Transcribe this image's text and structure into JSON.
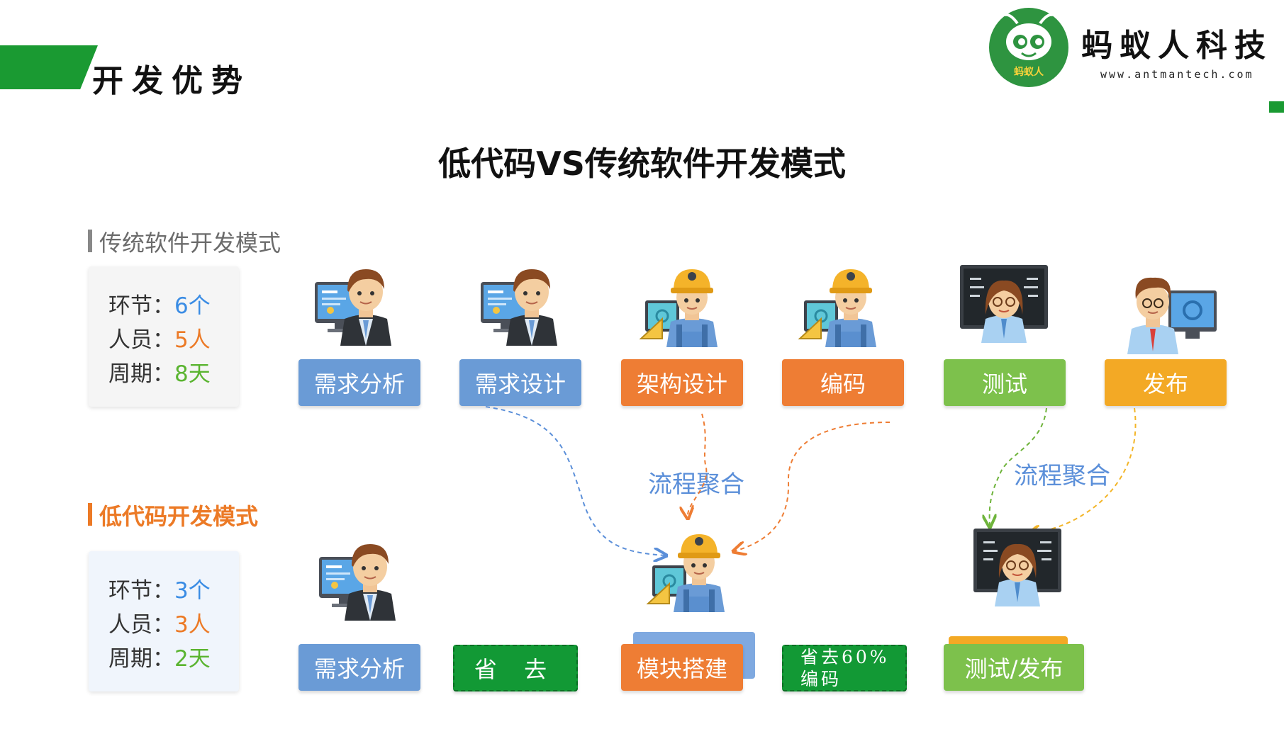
{
  "header": {
    "section_title": "开发优势",
    "logo_badge": "蚂蚁人",
    "company_name": "蚂蚁人科技",
    "company_url": "www.antmantech.com"
  },
  "title": "低代码VS传统软件开发模式",
  "traditional": {
    "label": "传统软件开发模式",
    "stats": [
      {
        "key": "环节：",
        "value": "6个"
      },
      {
        "key": "人员：",
        "value": "5人"
      },
      {
        "key": "周期：",
        "value": "8天"
      }
    ],
    "stages": [
      "需求分析",
      "需求设计",
      "架构设计",
      "编码",
      "测试",
      "发布"
    ]
  },
  "merge_labels": [
    "流程聚合",
    "流程聚合"
  ],
  "lowcode": {
    "label": "低代码开发模式",
    "stats": [
      {
        "key": "环节：",
        "value": "3个"
      },
      {
        "key": "人员：",
        "value": "3人"
      },
      {
        "key": "周期：",
        "value": "2天"
      }
    ],
    "stages": [
      "需求分析",
      "省 去",
      "模块搭建",
      "省去60%",
      "编码",
      "测试/发布"
    ]
  },
  "colors": {
    "brand_green": "#1a9a32",
    "blue": "#6a9bd6",
    "orange": "#ee7d34",
    "green": "#7dc14c",
    "yellow": "#f3a925",
    "dark_green": "#129935"
  },
  "icons": [
    "analyst-icon",
    "designer-icon",
    "engineer-icon",
    "engineer-icon",
    "tester-icon",
    "developer-icon",
    "analyst-icon",
    "engineer-icon",
    "tester-icon",
    "ant-logo-icon"
  ]
}
